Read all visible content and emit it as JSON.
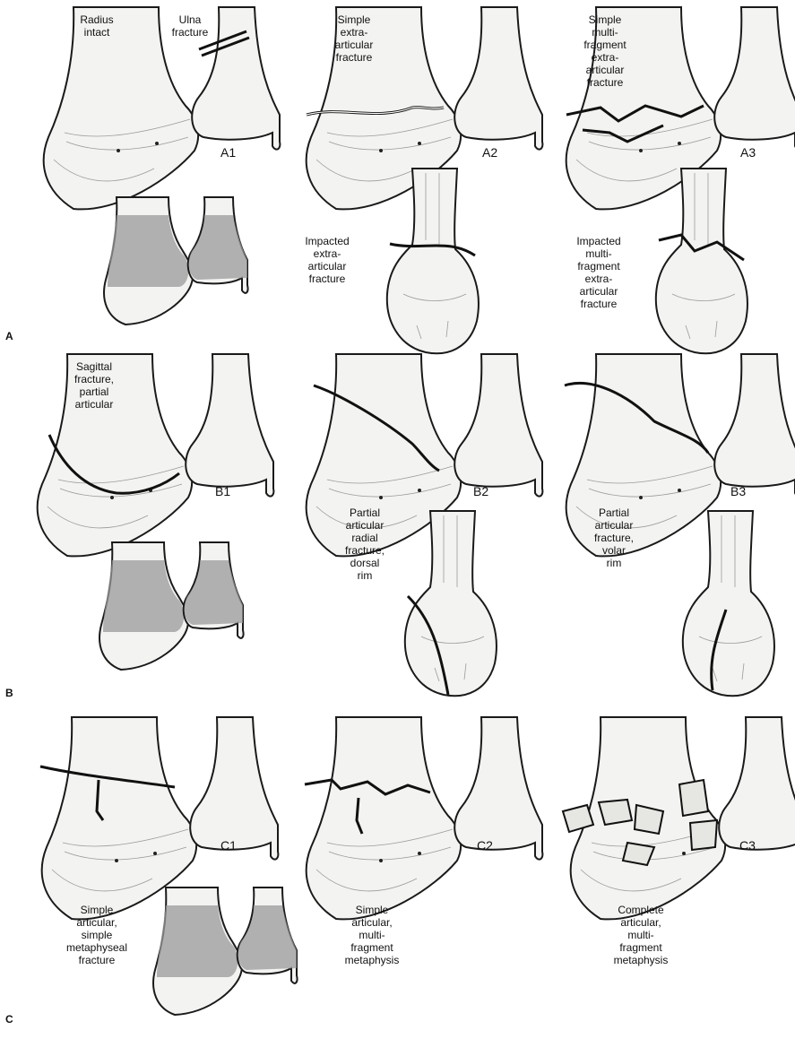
{
  "figure": {
    "sections": [
      "A",
      "B",
      "C"
    ],
    "panels": [
      {
        "id": "A1",
        "tag": "A1",
        "labels": [
          "Radius\nintact",
          "Ulna\nfracture"
        ]
      },
      {
        "id": "A2",
        "tag": "A2",
        "labels": [
          "Simple\nextra-\narticular\nfracture"
        ]
      },
      {
        "id": "A3",
        "tag": "A3",
        "labels": [
          "Simple\nmulti-\nfragment\nextra-\narticular\nfracture"
        ]
      },
      {
        "id": "A2b",
        "tag": "",
        "labels": [
          "Impacted\nextra-\narticular\nfracture"
        ]
      },
      {
        "id": "A3b",
        "tag": "",
        "labels": [
          "Impacted\nmulti-\nfragment\nextra-\narticular\nfracture"
        ]
      },
      {
        "id": "B1",
        "tag": "B1",
        "labels": [
          "Sagittal\nfracture,\npartial\narticular"
        ]
      },
      {
        "id": "B2",
        "tag": "B2",
        "labels": [
          "Partial\narticular\nradial\nfracture,\ndorsal\nrim"
        ]
      },
      {
        "id": "B3",
        "tag": "B3",
        "labels": [
          "Partial\narticular\nfracture,\nvolar\nrim"
        ]
      },
      {
        "id": "C1",
        "tag": "C1",
        "labels": [
          "Simple\narticular,\nsimple\nmetaphyseal\nfracture"
        ]
      },
      {
        "id": "C2",
        "tag": "C2",
        "labels": [
          "Simple\narticular,\nmulti-\nfragment\nmetaphysis"
        ]
      },
      {
        "id": "C3",
        "tag": "C3",
        "labels": [
          "Complete\narticular,\nmulti-\nfragment\nmetaphysis"
        ]
      }
    ]
  }
}
